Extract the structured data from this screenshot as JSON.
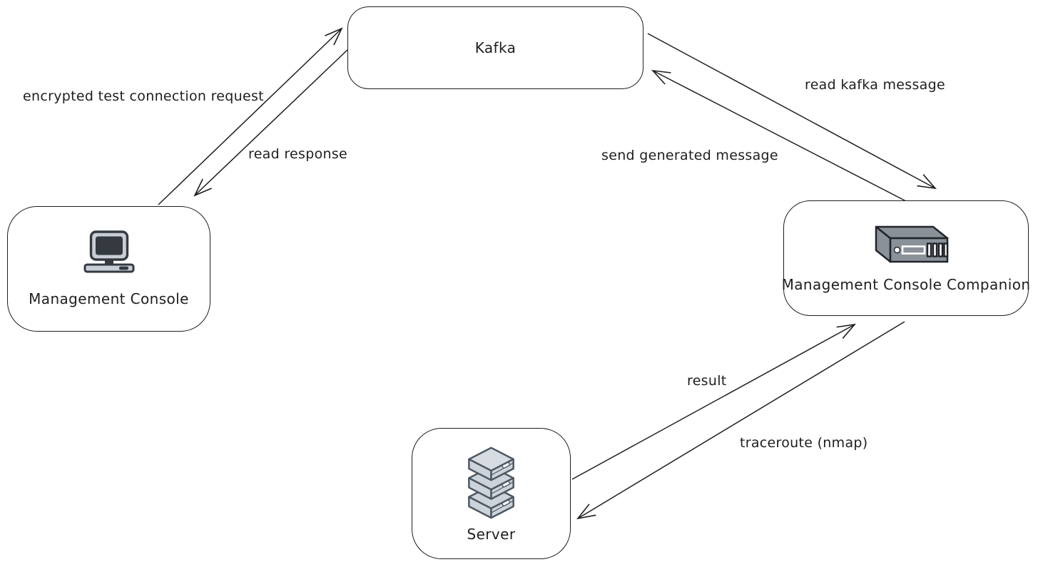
{
  "diagram": {
    "type": "flow-diagram",
    "background": "#ffffff",
    "stroke_color": "#1e1e1e"
  },
  "nodes": {
    "kafka": {
      "label": "Kafka"
    },
    "management_console": {
      "label": "Management Console",
      "icon": "desktop-computer-icon"
    },
    "management_console_companion": {
      "label": "Management Console Companion",
      "icon": "rack-server-icon"
    },
    "server": {
      "label": "Server",
      "icon": "server-stack-icon"
    }
  },
  "edges": {
    "encrypted_test_connection_request": {
      "label": "encrypted test connection request",
      "from": "Management Console",
      "to": "Kafka"
    },
    "read_response": {
      "label": "read response",
      "from": "Kafka",
      "to": "Management Console"
    },
    "read_kafka_message": {
      "label": "read kafka message",
      "from": "Kafka",
      "to": "Management Console Companion"
    },
    "send_generated_message": {
      "label": "send generated message",
      "from": "Management Console Companion",
      "to": "Kafka"
    },
    "result": {
      "label": "result",
      "from": "Server",
      "to": "Management Console Companion"
    },
    "traceroute_nmap": {
      "label": "traceroute (nmap)",
      "from": "Management Console Companion",
      "to": "Server"
    }
  },
  "icon_colors": {
    "monitor_light": "#c9ced6",
    "monitor_dark": "#343a40",
    "rack_gray": "#8a9199",
    "rack_outline": "#212529",
    "server_fill": "#ccd3db",
    "server_top": "#d7dce2",
    "server_stroke": "#4d5761"
  }
}
